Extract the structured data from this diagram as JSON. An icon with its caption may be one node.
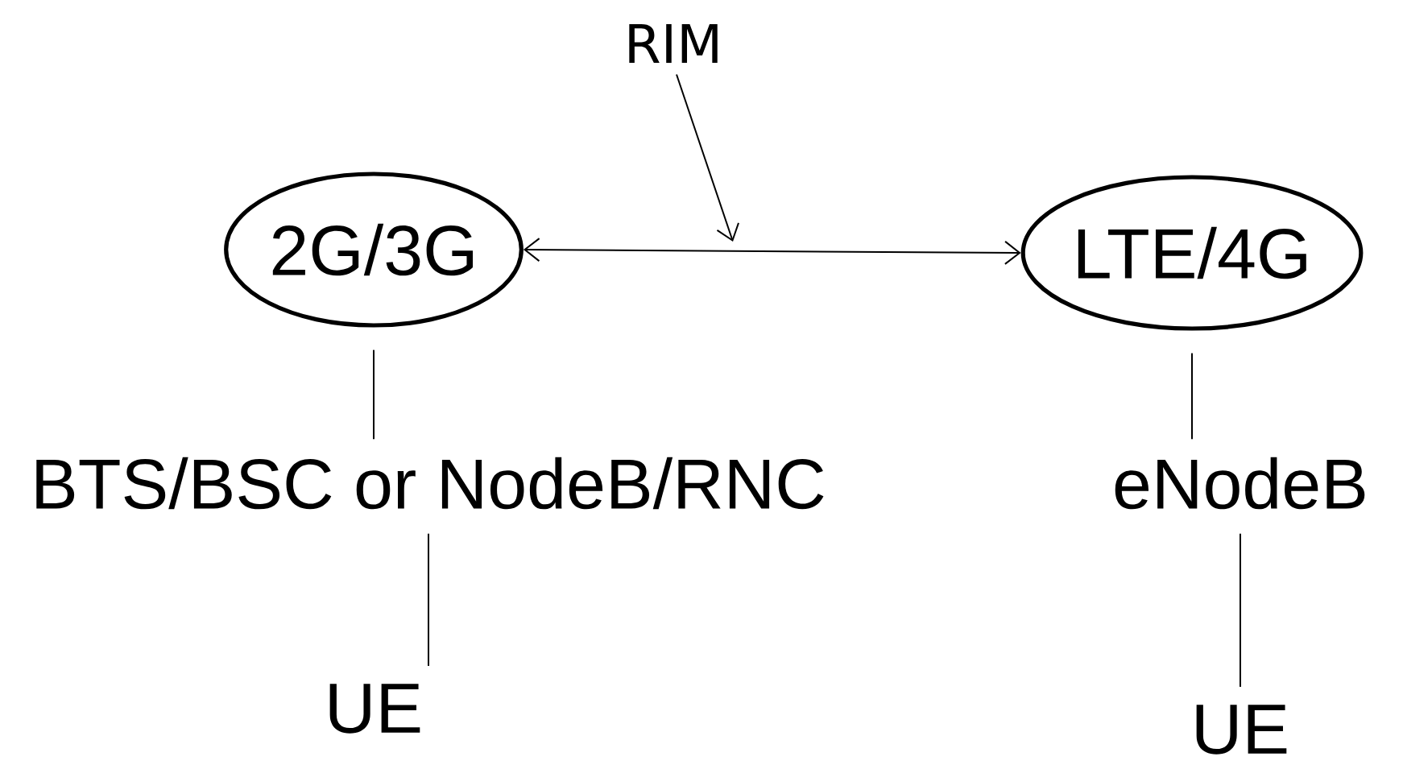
{
  "diagram": {
    "nodes": [
      {
        "text": [
          "2G/3G"
        ]
      },
      {
        "text": [
          "LTE/4G"
        ]
      },
      {
        "text": [
          "BTS/BSC or NodeB/RNC"
        ]
      },
      {
        "text": [
          "UE"
        ]
      },
      {
        "text": [
          "eNodeB"
        ]
      },
      {
        "text": [
          "UE"
        ]
      },
      {
        "text": [
          "RIM"
        ]
      }
    ],
    "edges": [
      {
        "from": 0,
        "to": 1,
        "arrow": "both"
      },
      {
        "from": 0,
        "to": 2,
        "arrow": "none"
      },
      {
        "from": 2,
        "to": 3,
        "arrow": "none"
      },
      {
        "from": 1,
        "to": 4,
        "arrow": "none"
      },
      {
        "from": 4,
        "to": 5,
        "arrow": "none"
      },
      {
        "from": 6,
        "to": null,
        "arrow": "to"
      }
    ]
  }
}
